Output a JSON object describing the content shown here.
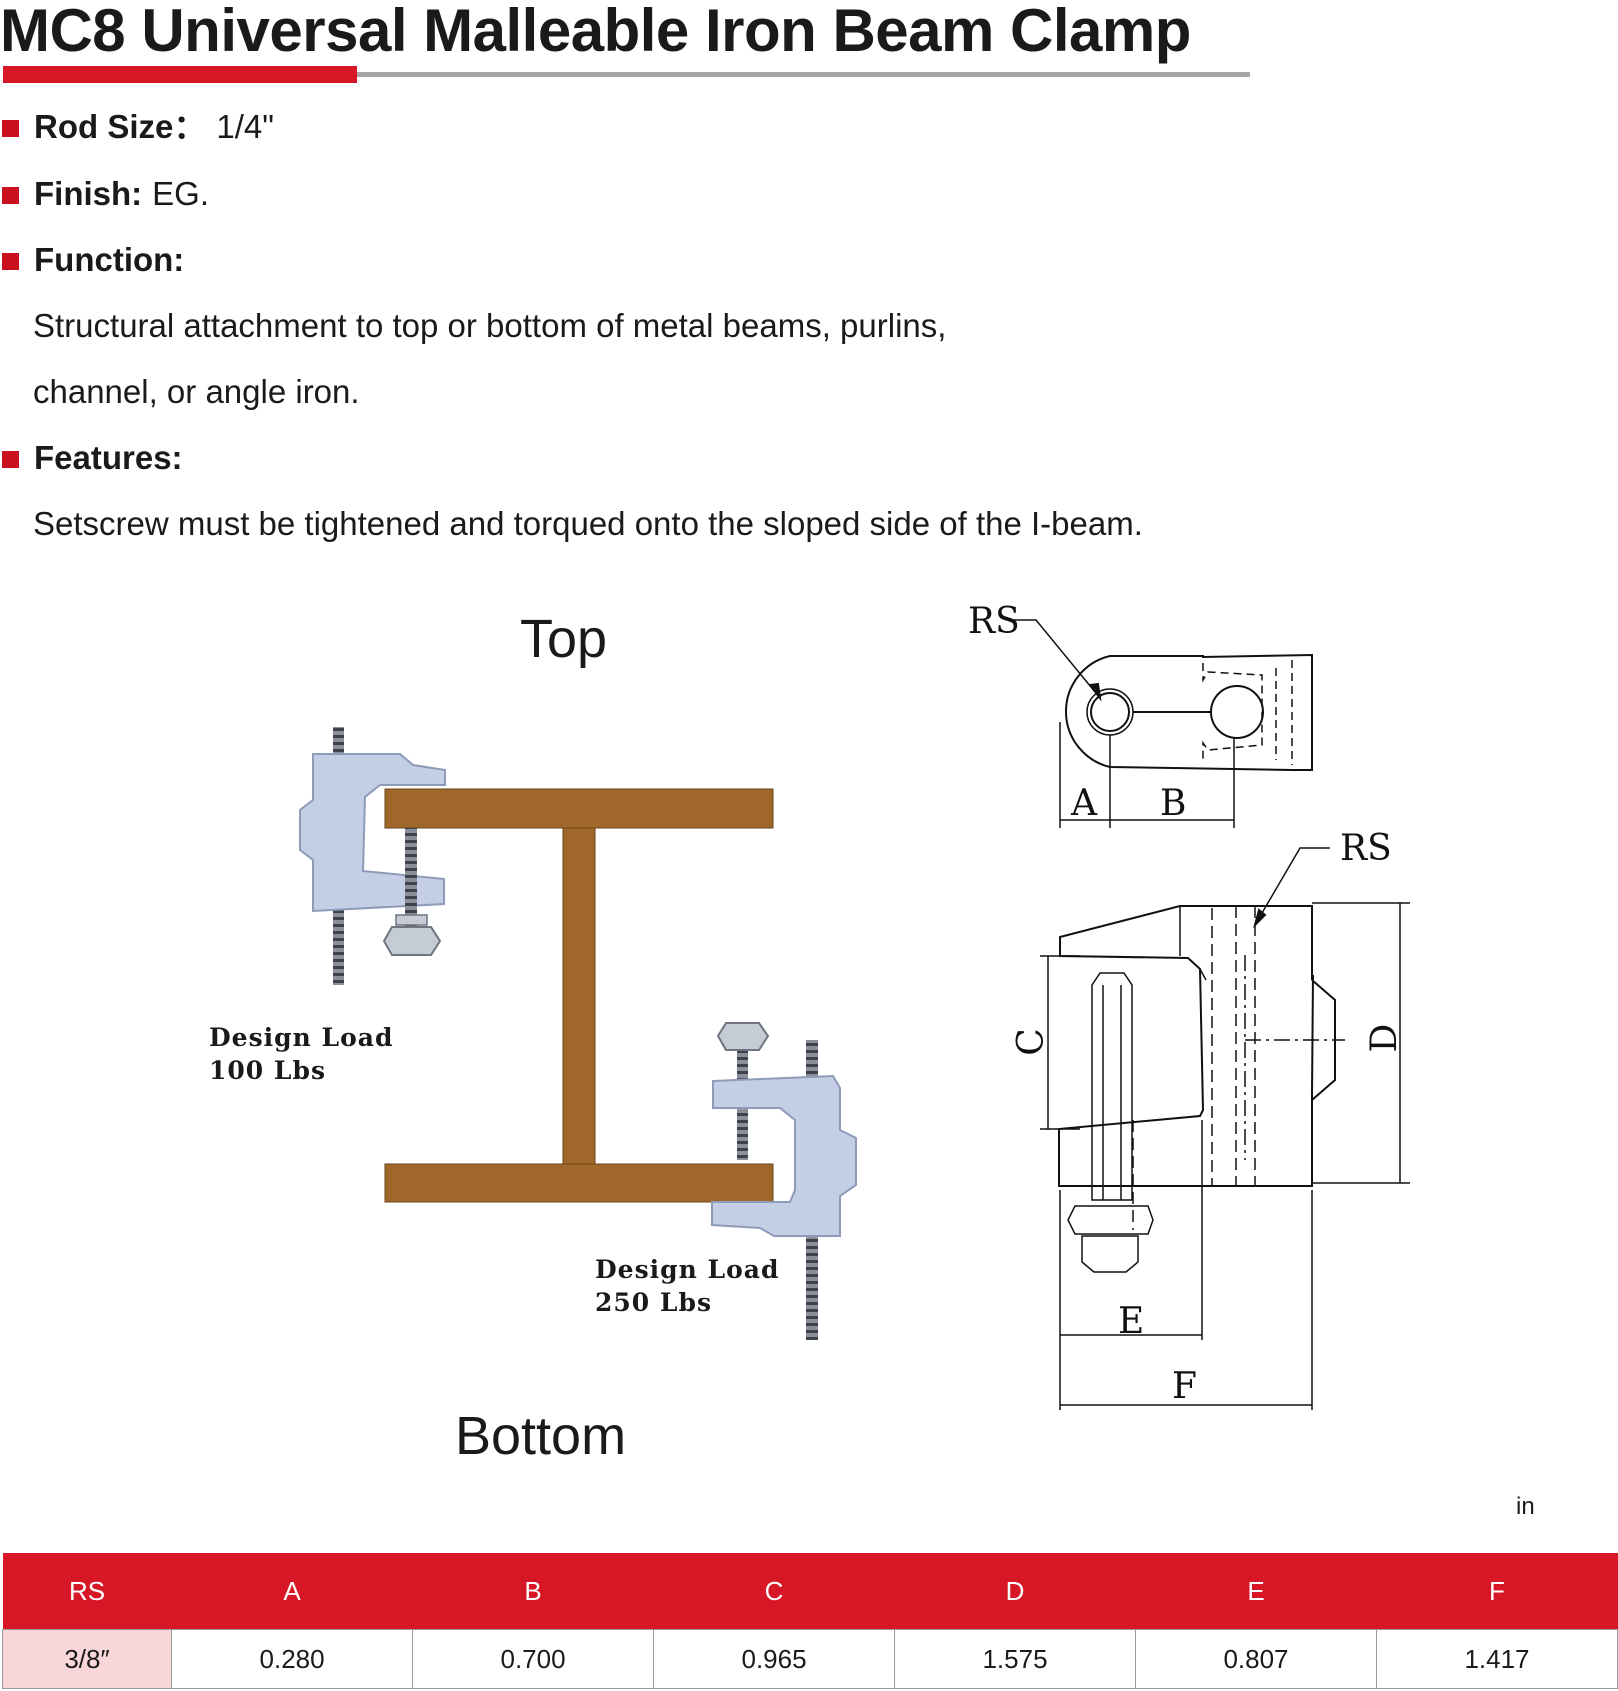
{
  "title": "MC8 Universal Malleable Iron Beam Clamp",
  "specs": {
    "rod_size": {
      "label": "Rod Size：",
      "value": "1/4\""
    },
    "finish": {
      "label": "Finish:",
      "value": "EG."
    },
    "function": {
      "label": "Function:",
      "lines": [
        "Structural attachment to top or bottom of metal beams, purlins,",
        "channel, or angle iron."
      ]
    },
    "features": {
      "label": "Features:",
      "lines": [
        "Setscrew must be tightened and torqued onto the sloped side of the I-beam."
      ]
    }
  },
  "illustration": {
    "top_label": "Top",
    "bottom_label": "Bottom",
    "load_top": "Design Load\n100 Lbs",
    "load_bottom": "Design Load\n250 Lbs"
  },
  "drawing_labels": {
    "rs": "RS",
    "a": "A",
    "b": "B",
    "c": "C",
    "d": "D",
    "e": "E",
    "f": "F"
  },
  "colors": {
    "accent_red": "#d81726",
    "beam": "#a0672a",
    "clamp": "#c4cfe6",
    "light_pink": "#f9d7d9"
  },
  "table": {
    "unit": "in",
    "headers": [
      "RS",
      "A",
      "B",
      "C",
      "D",
      "E",
      "F"
    ],
    "rows": [
      [
        "3/8″",
        "0.280",
        "0.700",
        "0.965",
        "1.575",
        "0.807",
        "1.417"
      ]
    ]
  }
}
